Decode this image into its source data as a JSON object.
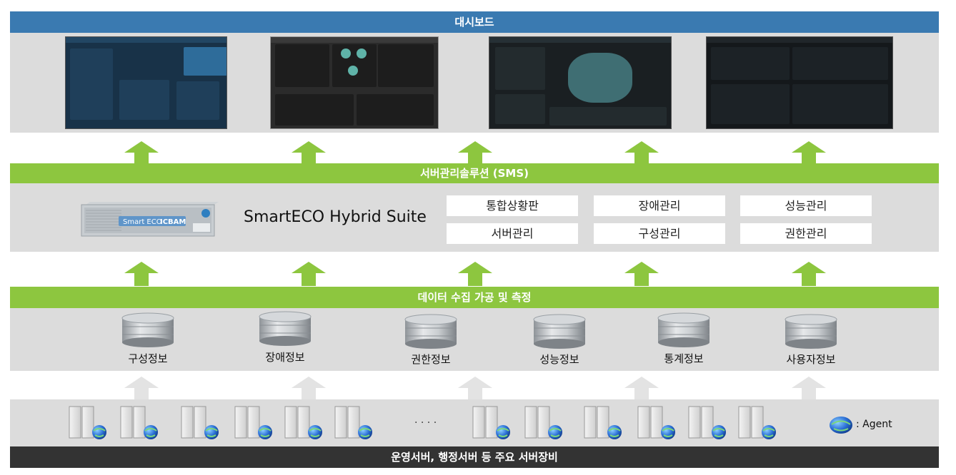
{
  "dashboard": {
    "title": "대시보드"
  },
  "sms": {
    "title": "서버관리솔루션 (SMS)",
    "product_name": "SmartECO Hybrid Suite",
    "device_brand_left": "Smart ECO",
    "device_brand_right": "ICBAM",
    "functions": [
      "통합상황판",
      "장애관리",
      "성능관리",
      "서버관리",
      "구성관리",
      "권한관리"
    ]
  },
  "collection": {
    "title": "데이터 수집 가공 및 측정",
    "databases": [
      "구성정보",
      "장애정보",
      "권한정보",
      "성능정보",
      "통계정보",
      "사용자정보"
    ]
  },
  "servers": {
    "ellipsis": "· · · ·",
    "agent_label": ": Agent",
    "footer": "운영서버, 행정서버 등 주요 서버장비"
  },
  "colors": {
    "dashboard_banner": "#3a7ab1",
    "green_banner": "#8dc63f",
    "footer_banner": "#333333",
    "panel": "#dcdcdc",
    "gray_arrow": "#e3e3e3"
  }
}
